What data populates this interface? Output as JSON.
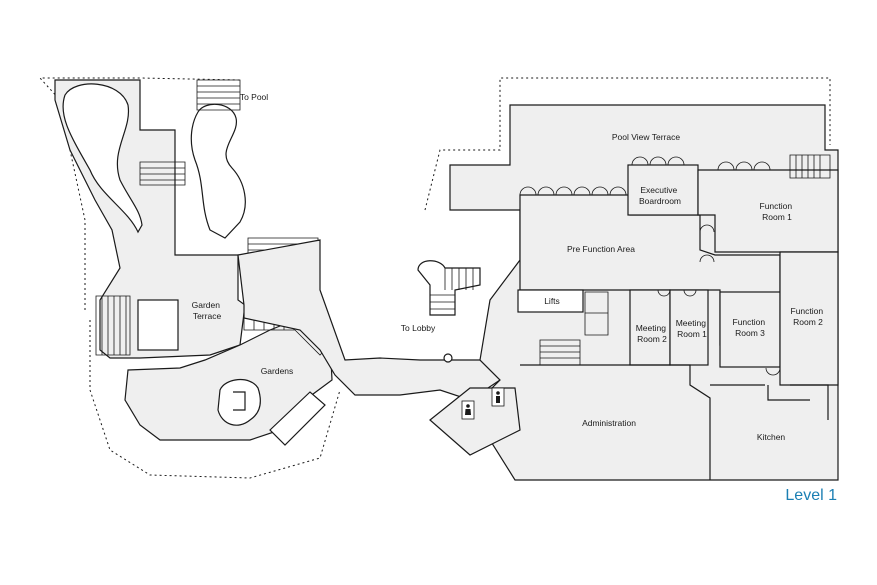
{
  "level_title": "Level 1",
  "colors": {
    "title": "#1b7fb3",
    "floor": "#efefef",
    "line": "#1a1a1a"
  },
  "labels": {
    "to_pool": "To Pool",
    "pool_view_terrace": "Pool View Terrace",
    "executive_boardroom": [
      "Executive",
      "Boardroom"
    ],
    "function_room_1": [
      "Function",
      "Room 1"
    ],
    "pre_function_area": "Pre Function Area",
    "garden_terrace": [
      "Garden",
      "Terrace"
    ],
    "lifts": "Lifts",
    "to_lobby": "To Lobby",
    "meeting_room_2": [
      "Meeting",
      "Room 2"
    ],
    "meeting_room_1": [
      "Meeting",
      "Room 1"
    ],
    "function_room_3": [
      "Function",
      "Room 3"
    ],
    "function_room_2": [
      "Function",
      "Room 2"
    ],
    "gardens": "Gardens",
    "administration": "Administration",
    "kitchen": "Kitchen"
  },
  "icons": [
    "restroom-male-icon",
    "restroom-female-icon"
  ]
}
